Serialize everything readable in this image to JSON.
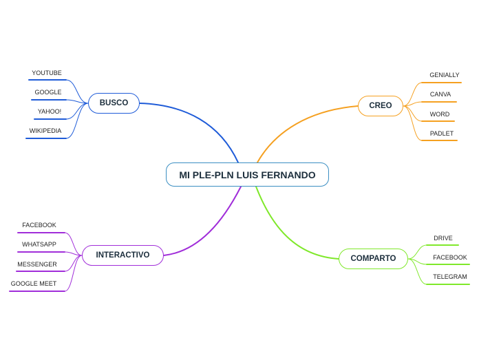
{
  "colors": {
    "center": "#3a8ec2",
    "busco": "#1e5bd8",
    "creo": "#f5a020",
    "interactivo": "#a02dd9",
    "comparto": "#7fe82a"
  },
  "center": {
    "label": "MI PLE-PLN LUIS FERNANDO"
  },
  "branches": {
    "busco": {
      "label": "BUSCO",
      "items": [
        "YOUTUBE",
        "GOOGLE",
        "YAHOO!",
        "WIKIPEDIA"
      ]
    },
    "creo": {
      "label": "CREO",
      "items": [
        "GENIALLY",
        "CANVA",
        "WORD",
        "PADLET"
      ]
    },
    "interactivo": {
      "label": "INTERACTIVO",
      "items": [
        "FACEBOOK",
        "WHATSAPP",
        "MESSENGER",
        "GOOGLE MEET"
      ]
    },
    "comparto": {
      "label": "COMPARTO",
      "items": [
        "DRIVE",
        "FACEBOOK",
        "TELEGRAM"
      ]
    }
  }
}
